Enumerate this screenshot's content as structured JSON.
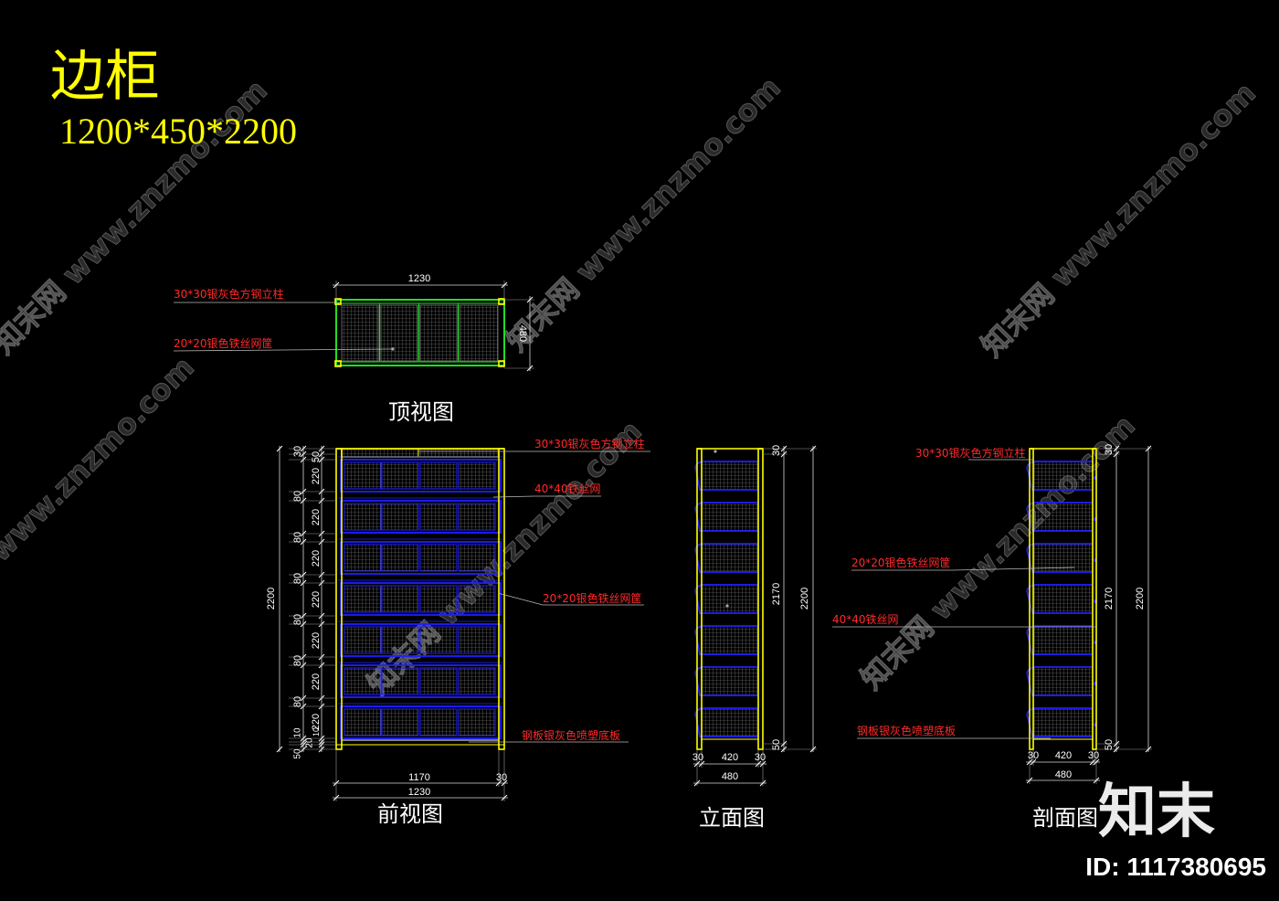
{
  "title": "边柜",
  "dimensions_text": "1200*450*2200",
  "colors": {
    "background": "#000000",
    "frame": "#ffff00",
    "basket": "#1f1fff",
    "mesh": "#8c8c8c",
    "callout": "#ff2a2a",
    "top_frame": "#22dd22",
    "text": "#ffffff"
  },
  "top_view": {
    "label": "顶视图",
    "width_dim": "1230",
    "depth_dim": "480",
    "callouts": [
      "30*30银灰色方钢立柱",
      "20*20银色铁丝网筐"
    ]
  },
  "front_view": {
    "label": "前视图",
    "height_dim": "2200",
    "left_dims": [
      "30",
      "50",
      "220",
      "80",
      "220",
      "80",
      "220",
      "80",
      "220",
      "80",
      "220",
      "80",
      "220",
      "80",
      "220",
      "10",
      "10",
      "20",
      "50"
    ],
    "bottom_inner_dim": "1170",
    "bottom_post_dim": "30",
    "bottom_total_dim": "1230",
    "callouts": [
      "30*30银灰色方钢立柱",
      "40*40铁丝网",
      "20*20银色铁丝网筐",
      "钢板银灰色喷塑底板"
    ]
  },
  "elevation_view": {
    "label": "立面图",
    "top_dim": "30",
    "mid_dim": "2170",
    "bottom_dim": "50",
    "height_dim": "2200",
    "bottom_dims": [
      "30",
      "420",
      "30"
    ],
    "depth_dim": "480"
  },
  "section_view": {
    "label": "剖面图",
    "top_dim": "30",
    "mid_dim": "2170",
    "bottom_dim": "50",
    "height_dim": "2200",
    "bottom_dims": [
      "30",
      "420",
      "30"
    ],
    "depth_dim": "480",
    "callouts": [
      "30*30银灰色方钢立柱",
      "20*20银色铁丝网筐",
      "40*40铁丝网",
      "钢板银灰色喷塑底板"
    ]
  },
  "watermark": "知末网 www.znzmo.com",
  "logo": {
    "name": "知末",
    "id": "ID: 1117380695"
  }
}
